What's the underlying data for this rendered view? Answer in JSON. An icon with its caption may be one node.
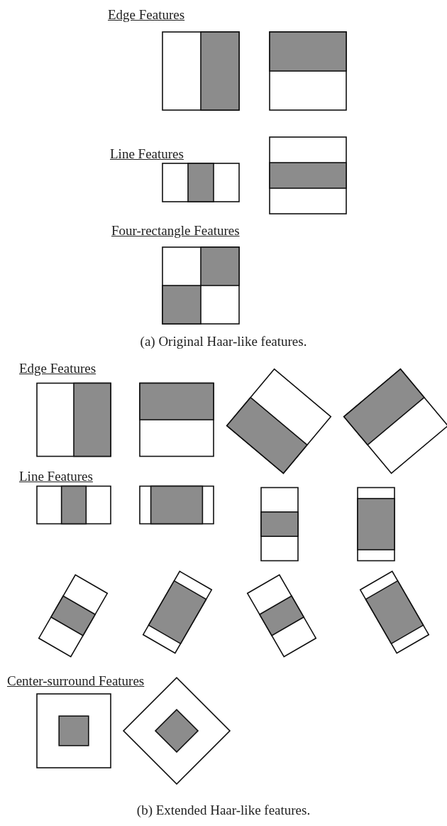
{
  "diagram": {
    "labels": [
      "Edge Features",
      "Line Features",
      "Four-rectangle Features",
      "(a) Original Haar-like features.",
      "Edge Features",
      "Line Features",
      "Center-surround Features",
      "(b) Extended Haar-like features."
    ]
  }
}
